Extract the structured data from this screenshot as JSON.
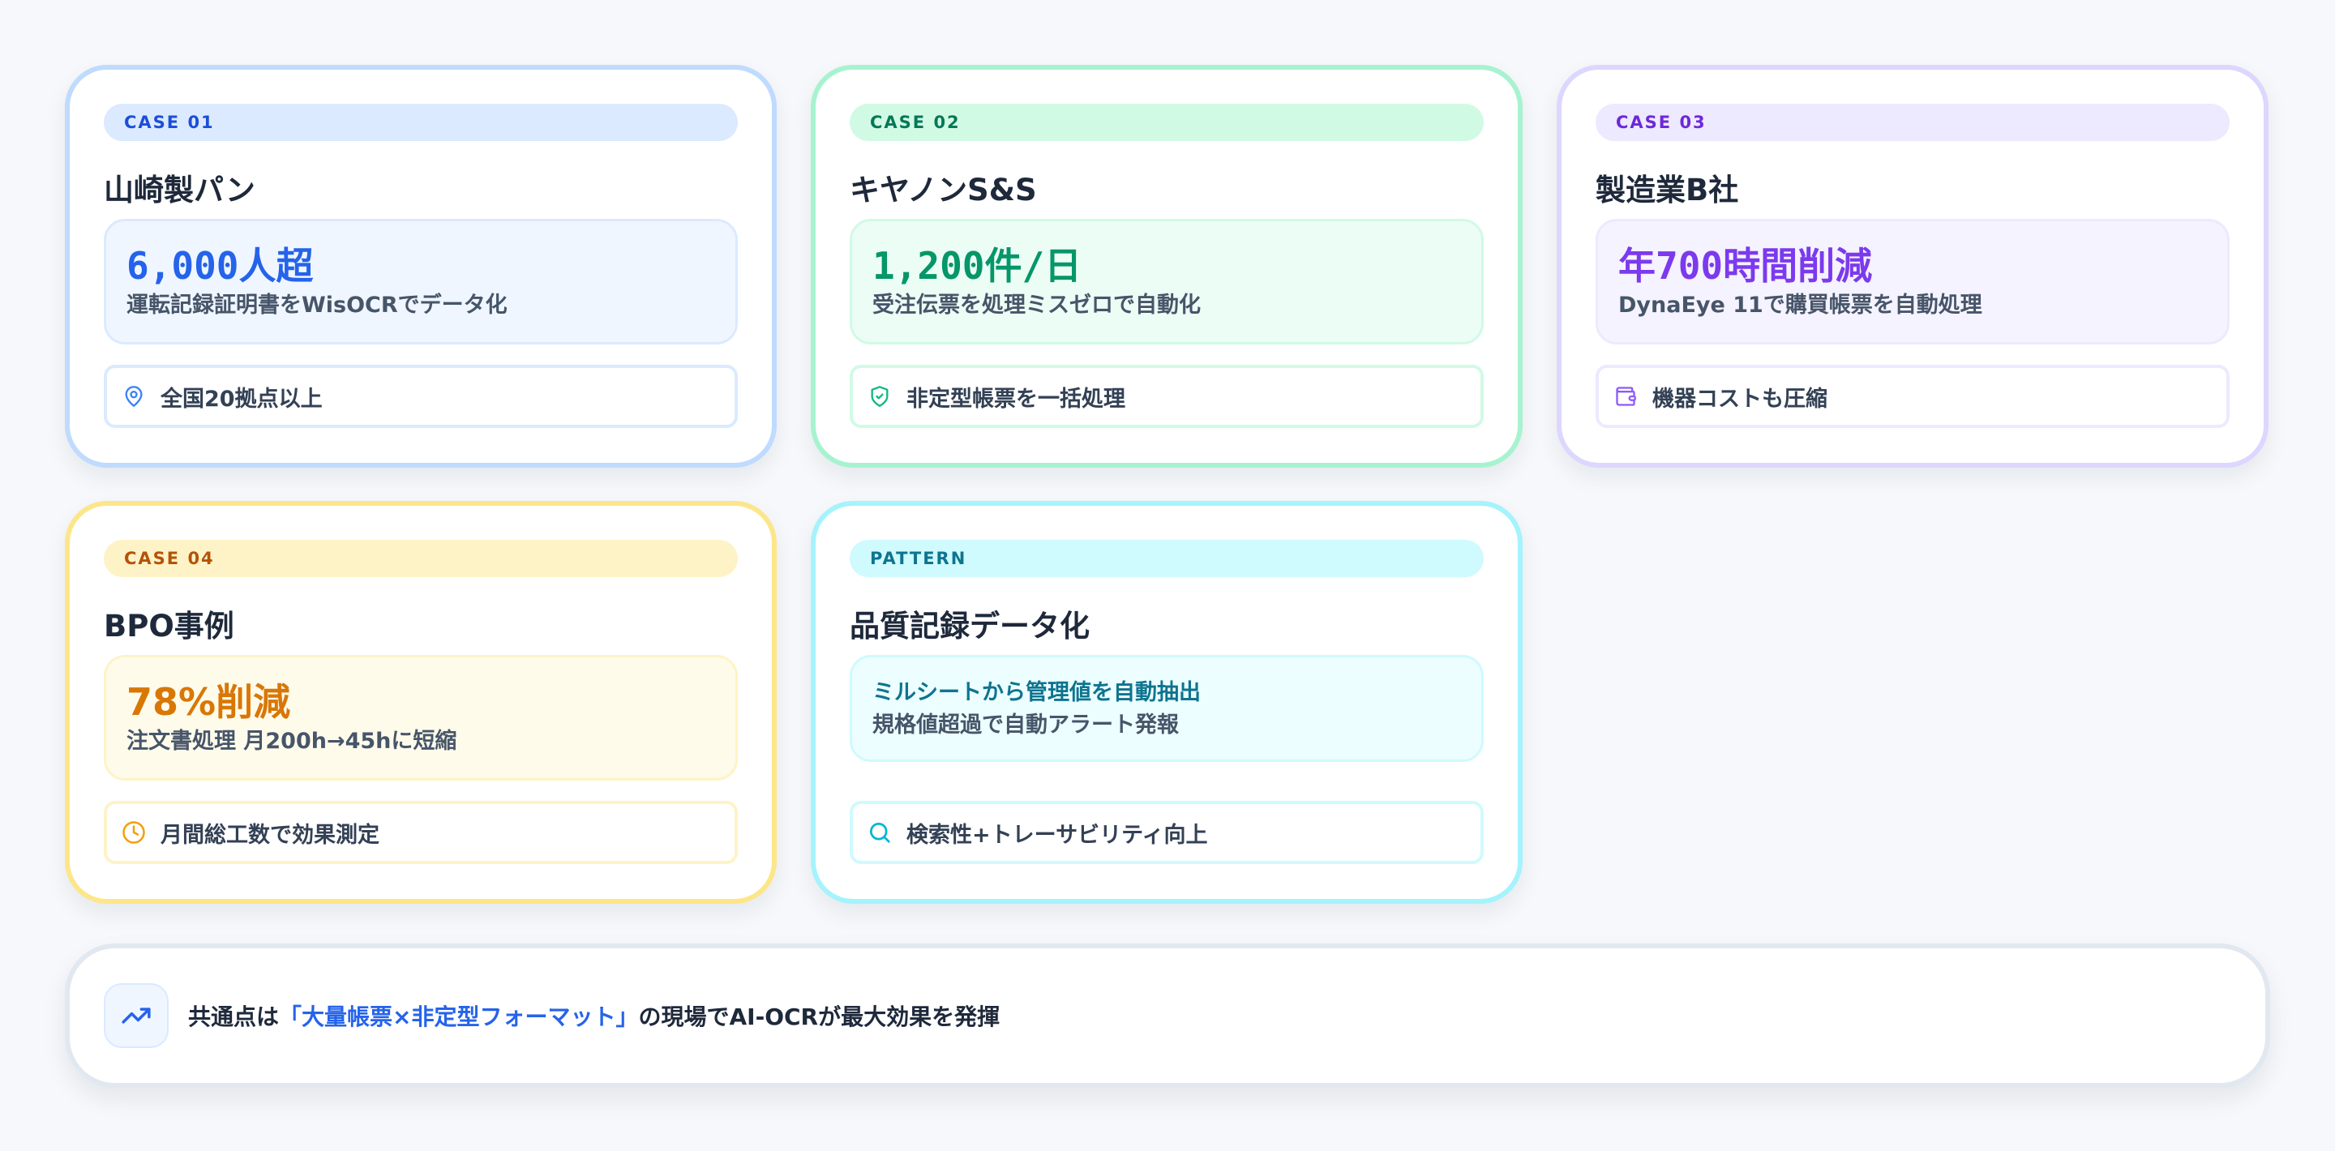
{
  "cards": [
    {
      "badge": "CASE 01",
      "title": "山崎製パン",
      "stat_value": "6,000人超",
      "stat_sub": "運転記録証明書をWisOCRでデータ化",
      "feature_icon": "map-pin-icon",
      "feature": "全国20拠点以上",
      "accent": "#2563eb"
    },
    {
      "badge": "CASE 02",
      "title": "キヤノンS&S",
      "stat_value": "1,200件/日",
      "stat_sub": "受注伝票を処理ミスゼロで自動化",
      "feature_icon": "shield-check-icon",
      "feature": "非定型帳票を一括処理",
      "accent": "#059669"
    },
    {
      "badge": "CASE 03",
      "title": "製造業B社",
      "stat_value": "年700時間削減",
      "stat_sub": "DynaEye 11で購買帳票を自動処理",
      "feature_icon": "wallet-icon",
      "feature": "機器コストも圧縮",
      "accent": "#7c3aed"
    },
    {
      "badge": "CASE 04",
      "title": "BPO事例",
      "stat_value": "78%削減",
      "stat_sub": "注文書処理 月200h→45hに短縮",
      "feature_icon": "clock-icon",
      "feature": "月間総工数で効果測定",
      "accent": "#d97706"
    },
    {
      "badge": "PATTERN",
      "title": "品質記録データ化",
      "stat_line1": "ミルシートから管理値を自動抽出",
      "stat_line2": "規格値超過で自動アラート発報",
      "feature_icon": "search-icon",
      "feature": "検索性+トレーサビリティ向上",
      "accent": "#0e7490"
    }
  ],
  "footer": {
    "icon": "trending-up-icon",
    "prefix": "共通点は",
    "highlight": "「大量帳票×非定型フォーマット」",
    "suffix": "の現場でAI-OCRが最大効果を発揮",
    "highlight_color": "#2563eb"
  }
}
